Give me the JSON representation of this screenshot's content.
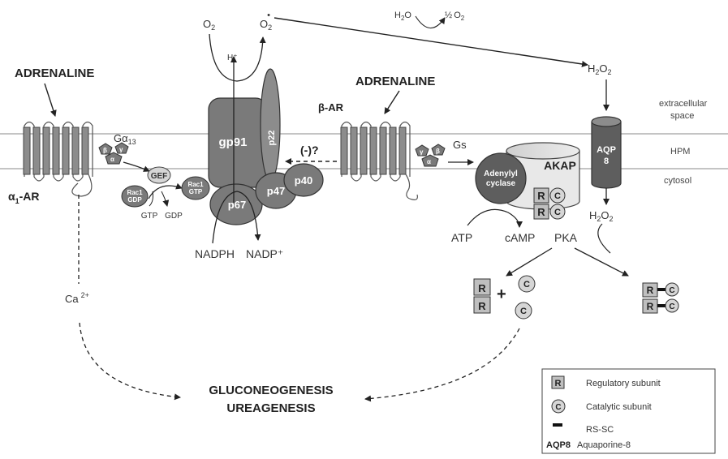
{
  "ligands": {
    "adrenaline_left": "ADRENALINE",
    "adrenaline_right": "ADRENALINE"
  },
  "receptors": {
    "alpha1_ar_symbol": "α",
    "alpha1_ar_sub": "1",
    "alpha1_ar_rest": "-AR",
    "beta_ar": "β-AR"
  },
  "g_proteins": {
    "g_alpha13_main": "Gα",
    "g_alpha13_sub": "13",
    "gs": "Gs",
    "beta": "β",
    "gamma": "γ",
    "alpha": "α"
  },
  "membrane": {
    "extracellular_line1": "extracellular",
    "extracellular_line2": "space",
    "hpm": "HPM",
    "cytosol": "cytosol"
  },
  "nadph_oxidase": {
    "o2": "O",
    "o2_sub": "2",
    "o2_radical": "O",
    "o2_radical_sub": "2",
    "o2_radical_sup": "•",
    "h_plus": "H⁺",
    "gp91": "gp91",
    "p22": "p22",
    "p67": "p67",
    "p47": "p47",
    "p40": "p40",
    "rac1_line1": "Rac1",
    "rac1_line2": "GTP",
    "nadph": "NADPH",
    "nadp_plus": "NADP⁺"
  },
  "gef_cycle": {
    "gef": "GEF",
    "rac1_line1": "Rac1",
    "rac1_line2": "GDP",
    "gtp": "GTP",
    "gdp": "GDP"
  },
  "inhibition": "(-)?",
  "water_reaction": {
    "h2o": "H",
    "h2o_sub": "2",
    "h2o_o": "O",
    "half_o2": "½",
    "half_o2_o": "O",
    "half_o2_sub": "2"
  },
  "peroxide": {
    "h2o2_top_h": "H",
    "h2o2_top_sub1": "2",
    "h2o2_top_o": "O",
    "h2o2_top_sub2": "2",
    "h2o2_bottom_h": "H",
    "h2o2_bottom_sub1": "2",
    "h2o2_bottom_o": "O",
    "h2o2_bottom_sub2": "2"
  },
  "aqp8": {
    "line1": "AQP",
    "line2": "8"
  },
  "camp_pathway": {
    "adenylyl_line1": "Adenylyl",
    "adenylyl_line2": "cyclase",
    "akap": "AKAP",
    "atp": "ATP",
    "camp": "cAMP",
    "pka": "PKA",
    "r": "R",
    "c": "C",
    "plus": "+"
  },
  "calcium": {
    "ca": "Ca",
    "ca_sup": "2+"
  },
  "outcome": {
    "line1": "GLUCONEOGENESIS",
    "line2": "UREAGENESIS"
  },
  "legend": {
    "regulatory_symbol": "R",
    "regulatory_label": "Regulatory subunit",
    "catalytic_symbol": "C",
    "catalytic_label": "Catalytic subunit",
    "rssc_label": "RS-SC",
    "aqp8_symbol": "AQP8",
    "aqp8_label": "Aquaporine-8"
  },
  "colors": {
    "membrane_line": "#b0b0b0",
    "protein_dark": "#7a7a7a",
    "protein_mid": "#8c8c8c",
    "subunit_light": "#d6d6d6",
    "ink": "#222222"
  }
}
